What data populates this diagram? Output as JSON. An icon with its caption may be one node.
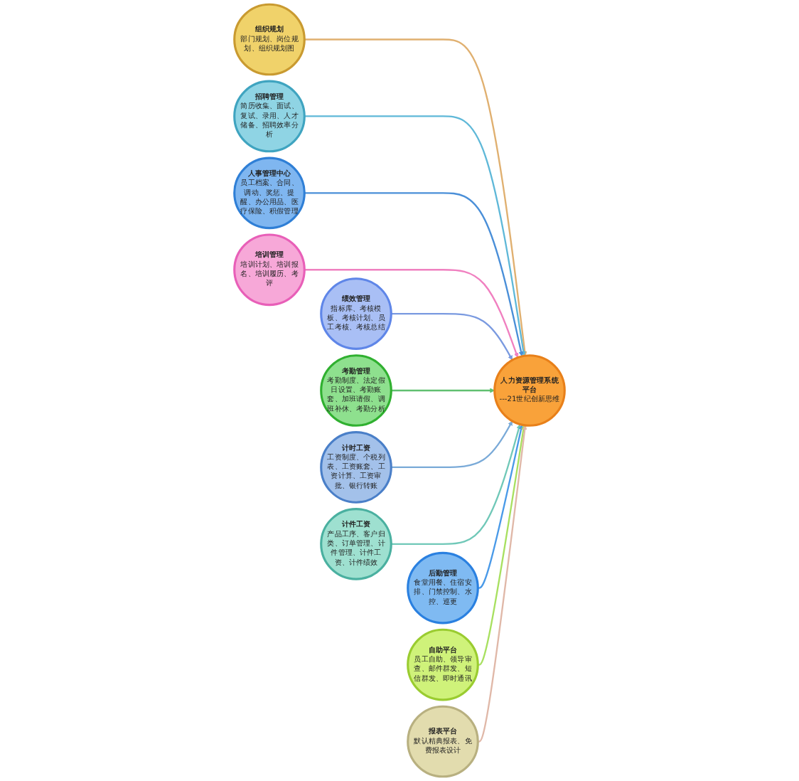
{
  "diagram": {
    "nodes": [
      {
        "text": [
          "人力资源管理系统平台",
          "---21世纪创新思维"
        ]
      },
      {
        "text": [
          "组织规划",
          "部门规划、岗位规划、组织规划图"
        ]
      },
      {
        "text": [
          "招聘管理",
          "简历收集、面试、复试、录用、人才储备、招聘效率分析"
        ]
      },
      {
        "text": [
          "人事管理中心",
          "员工档案、合同、调动、奖惩、提醒、办公用品、医疗保险、积假管理"
        ]
      },
      {
        "text": [
          "培训管理",
          "培训计划、培训报名、培训履历、考评"
        ]
      },
      {
        "text": [
          "绩效管理",
          "指标库、考核模板、考核计划、员工考核、考核总结"
        ]
      },
      {
        "text": [
          "考勤管理",
          "考勤制度、法定假日设置、考勤账套、加班请假、调班补休、考勤分析"
        ]
      },
      {
        "text": [
          "计时工资",
          "工资制度、个税列表、工资账套、工资计算、工资审批、银行转账"
        ]
      },
      {
        "text": [
          "计件工资",
          "产品工序、客户归类、订单管理、计件管理、计件工资、计件绩效"
        ]
      },
      {
        "text": [
          "后勤管理",
          "食堂用餐、住宿安排、门禁控制、水控、巡更"
        ]
      },
      {
        "text": [
          "自助平台",
          "员工自助、领导审查、邮件群发、短信群发、即时通讯"
        ]
      },
      {
        "text": [
          "报表平台",
          "默认精典报表、免费报表设计"
        ]
      }
    ],
    "edges": [
      {
        "from": 1,
        "to": 0,
        "arrow": "to",
        "color": "#e0b070"
      },
      {
        "from": 2,
        "to": 0,
        "arrow": "to",
        "color": "#5fb8d8"
      },
      {
        "from": 3,
        "to": 0,
        "arrow": "to",
        "color": "#4a8fd8"
      },
      {
        "from": 4,
        "to": 0,
        "arrow": "to",
        "color": "#f080c0"
      },
      {
        "from": 5,
        "to": 0,
        "arrow": "to",
        "color": "#7a9ae0"
      },
      {
        "from": 6,
        "to": 0,
        "arrow": "to",
        "color": "#60c070"
      },
      {
        "from": 7,
        "to": 0,
        "arrow": "to",
        "color": "#7aaad8"
      },
      {
        "from": 8,
        "to": 0,
        "arrow": "to",
        "color": "#70c8b8"
      },
      {
        "from": 9,
        "to": 0,
        "arrow": "to",
        "color": "#4a9ae8"
      },
      {
        "from": 10,
        "to": 0,
        "arrow": "to",
        "color": "#a8e060"
      },
      {
        "from": 11,
        "to": 0,
        "arrow": "to",
        "color": "#e0b8a8"
      }
    ]
  }
}
